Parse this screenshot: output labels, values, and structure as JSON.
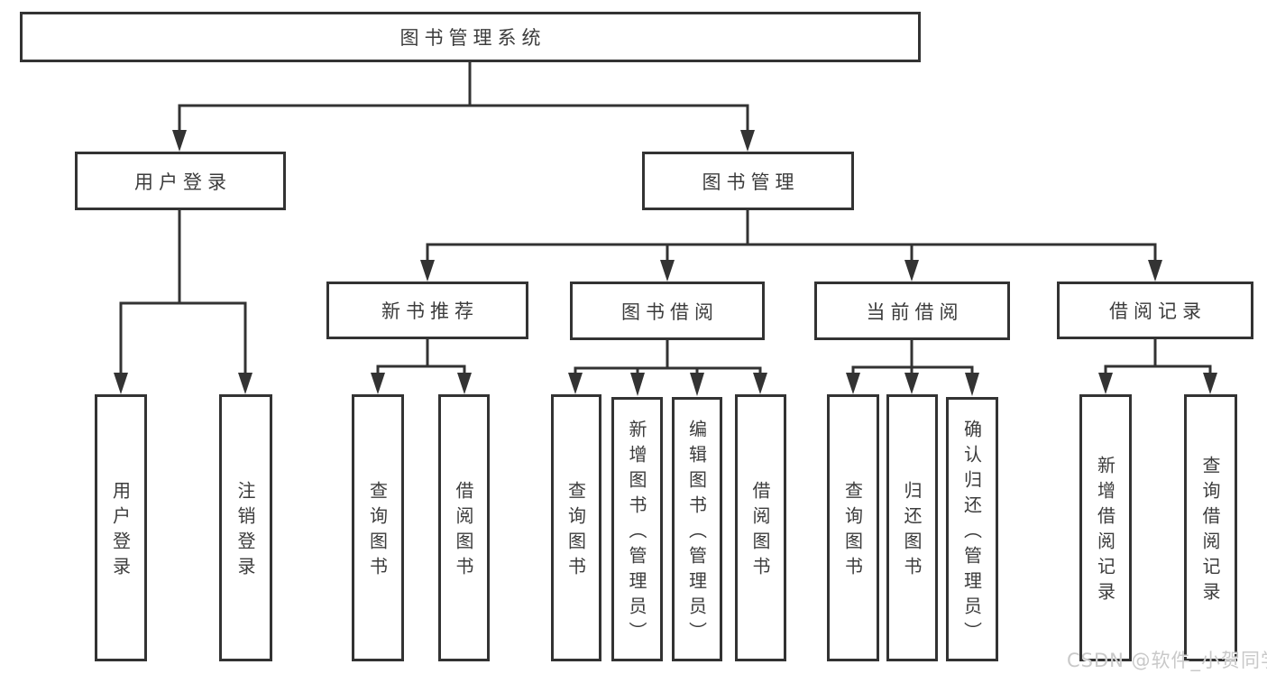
{
  "diagram": {
    "root": "图书管理系统",
    "branches": [
      {
        "label": "用户登录",
        "children": [
          {
            "label": "用户登录"
          },
          {
            "label": "注销登录"
          }
        ]
      },
      {
        "label": "图书管理",
        "children": [
          {
            "label": "新书推荐",
            "children": [
              {
                "label": "查询图书"
              },
              {
                "label": "借阅图书"
              }
            ]
          },
          {
            "label": "图书借阅",
            "children": [
              {
                "label": "查询图书"
              },
              {
                "label": "新增图书（管理员）"
              },
              {
                "label": "编辑图书（管理员）"
              },
              {
                "label": "借阅图书"
              }
            ]
          },
          {
            "label": "当前借阅",
            "children": [
              {
                "label": "查询图书"
              },
              {
                "label": "归还图书"
              },
              {
                "label": "确认归还（管理员）"
              }
            ]
          },
          {
            "label": "借阅记录",
            "children": [
              {
                "label": "新增借阅记录"
              },
              {
                "label": "查询借阅记录"
              }
            ]
          }
        ]
      }
    ]
  },
  "watermark": "CSDN @软件_小贺同学",
  "colors": {
    "line": "#333333",
    "text": "#3c3c3c",
    "watermark": "#c9c9c9",
    "background": "#ffffff"
  }
}
